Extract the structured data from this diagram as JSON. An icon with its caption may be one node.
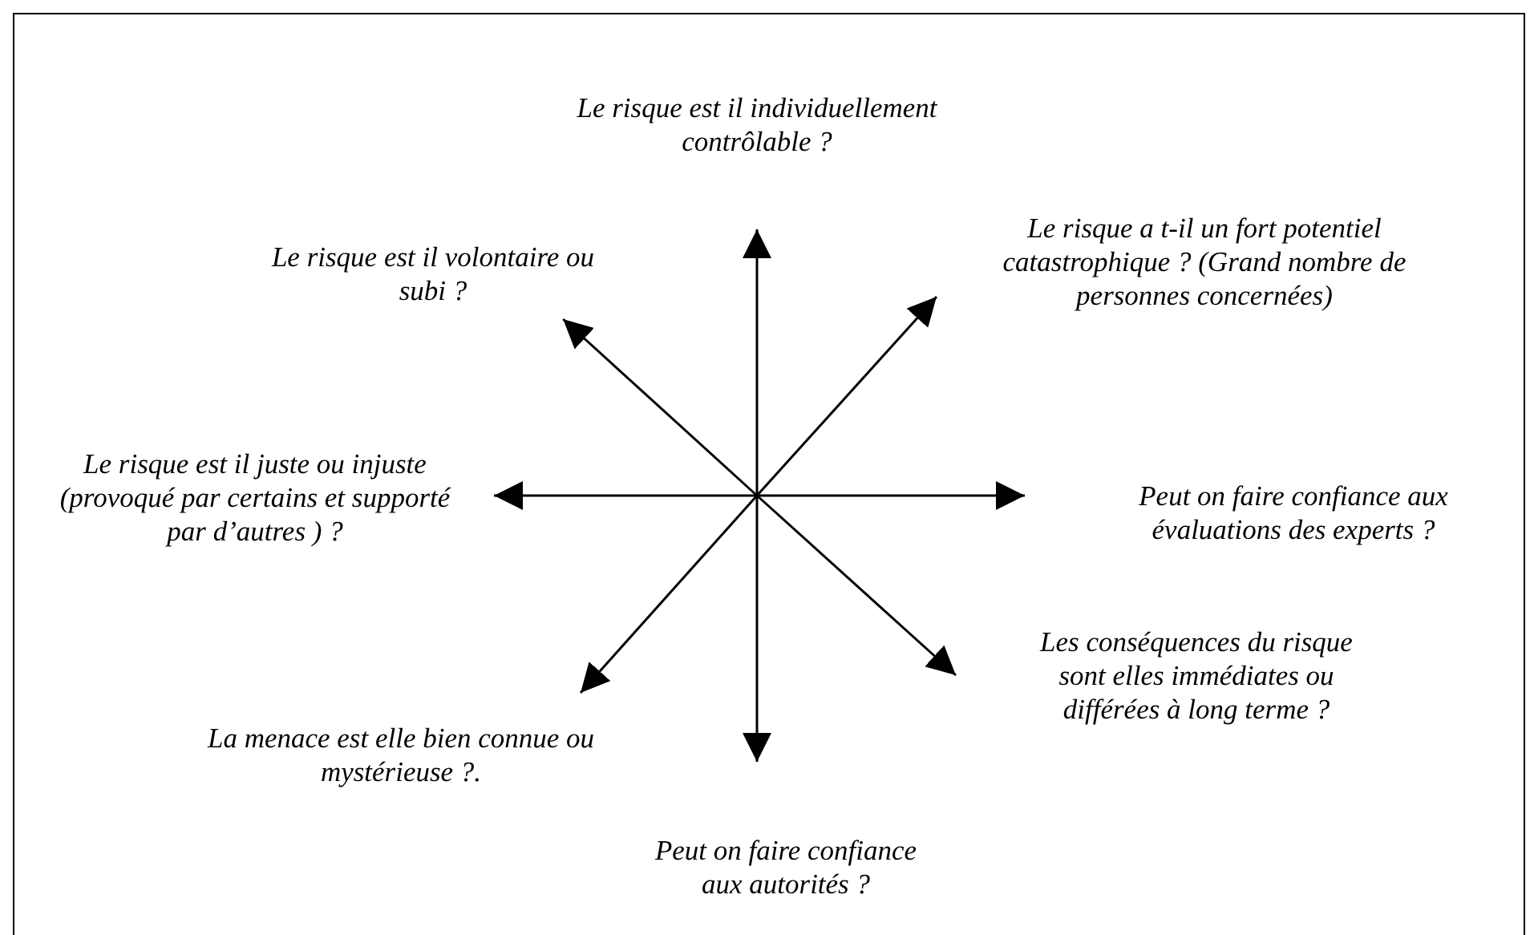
{
  "diagram": {
    "nodes": [
      {
        "text": [
          "Le risque est il individuellement contrôlable ?"
        ]
      },
      {
        "text": [
          "Le risque est il volontaire ou subi ?"
        ]
      },
      {
        "text": [
          "Le risque a t-il un fort potentiel catastrophique ? (Grand nombre de personnes concernées)"
        ]
      },
      {
        "text": [
          "Le risque est il juste ou injuste (provoqué par certains et supporté par d’autres ) ?"
        ]
      },
      {
        "text": [
          "Peut on faire confiance aux évaluations des experts ?"
        ]
      },
      {
        "text": [
          "La menace est elle bien connue ou mystérieuse ?."
        ]
      },
      {
        "text": [
          "Les conséquences du risque sont elles immédiates ou différées à long terme ?"
        ]
      },
      {
        "text": [
          "Peut on faire confiance aux autorités ?"
        ]
      }
    ],
    "edges": [
      {
        "from": null,
        "to": 0,
        "arrow": "to"
      },
      {
        "from": null,
        "to": 1,
        "arrow": "to"
      },
      {
        "from": null,
        "to": 2,
        "arrow": "to"
      },
      {
        "from": null,
        "to": 3,
        "arrow": "to"
      },
      {
        "from": null,
        "to": 4,
        "arrow": "to"
      },
      {
        "from": null,
        "to": 5,
        "arrow": "to"
      },
      {
        "from": null,
        "to": 6,
        "arrow": "to"
      },
      {
        "from": null,
        "to": 7,
        "arrow": "to"
      }
    ]
  }
}
